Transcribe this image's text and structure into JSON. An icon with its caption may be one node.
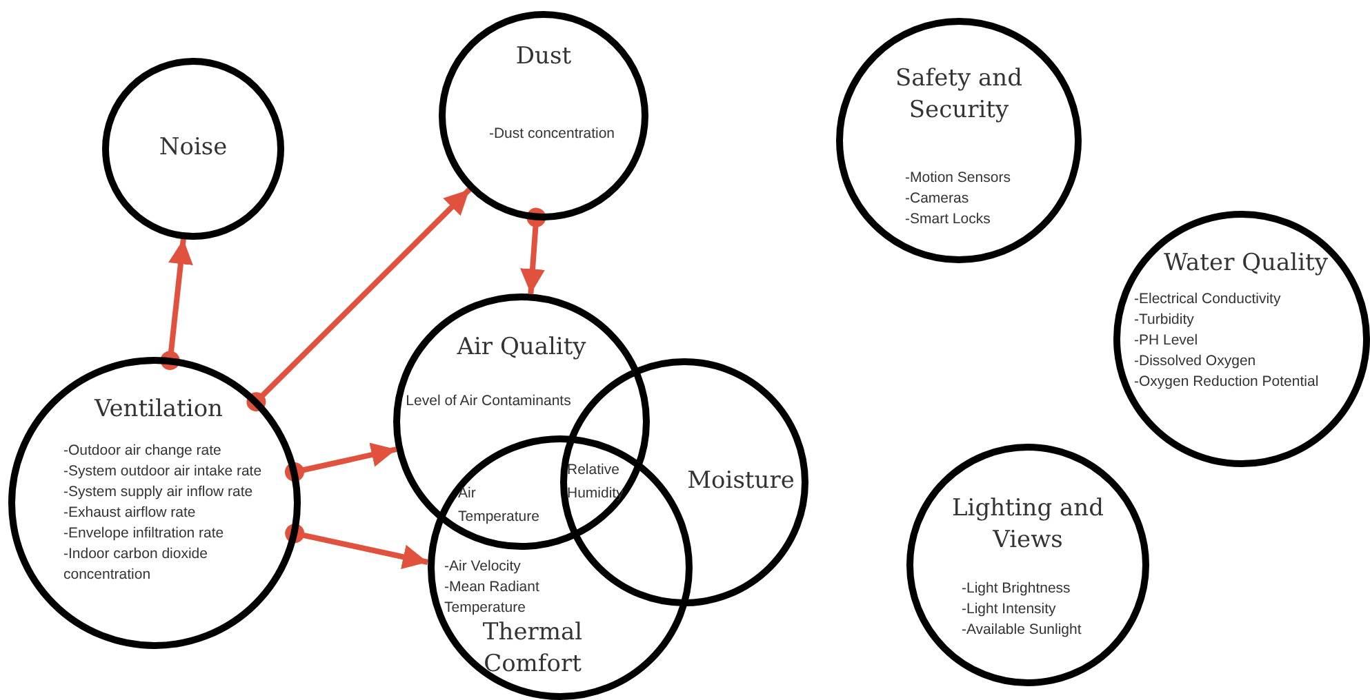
{
  "diagram": {
    "nodes": [
      {
        "text": [
          "Noise"
        ]
      },
      {
        "text": [
          "Dust",
          "-Dust concentration"
        ]
      },
      {
        "text": [
          "Safety and Security",
          "-Motion Sensors",
          "-Cameras",
          "-Smart Locks"
        ]
      },
      {
        "text": [
          "Water Quality",
          "-Electrical Conductivity",
          "-Turbidity",
          "-PH Level",
          "-Dissolved Oxygen",
          "-Oxygen Reduction Potential"
        ]
      },
      {
        "text": [
          "Ventilation",
          "-Outdoor air change rate",
          "-System outdoor air intake rate",
          "-System supply air inflow rate",
          "-Exhaust airflow rate",
          "-Envelope infiltration rate",
          "-Indoor carbon dioxide concentration"
        ]
      },
      {
        "text": [
          "Air Quality",
          "Level of Air Contaminants"
        ]
      },
      {
        "text": [
          "Moisture"
        ]
      },
      {
        "text": [
          "-Air Velocity",
          "-Mean Radiant Temperature",
          "Thermal Comfort"
        ]
      },
      {
        "text": [
          "Lighting and Views",
          "-Light Brightness",
          "-Light Intensity",
          "-Available Sunlight"
        ]
      }
    ],
    "edges": [
      {
        "from": 4,
        "to": 0,
        "arrow": "to",
        "color": "#e0523e"
      },
      {
        "from": 4,
        "to": 1,
        "arrow": "to",
        "color": "#e0523e"
      },
      {
        "from": 1,
        "to": 5,
        "arrow": "to",
        "color": "#e0523e"
      },
      {
        "from": 4,
        "to": 5,
        "arrow": "to",
        "color": "#e0523e"
      },
      {
        "from": 4,
        "to": 7,
        "arrow": "to",
        "color": "#e0523e"
      }
    ],
    "labels": [
      "Relative Humidity",
      "Air Temperature"
    ]
  }
}
